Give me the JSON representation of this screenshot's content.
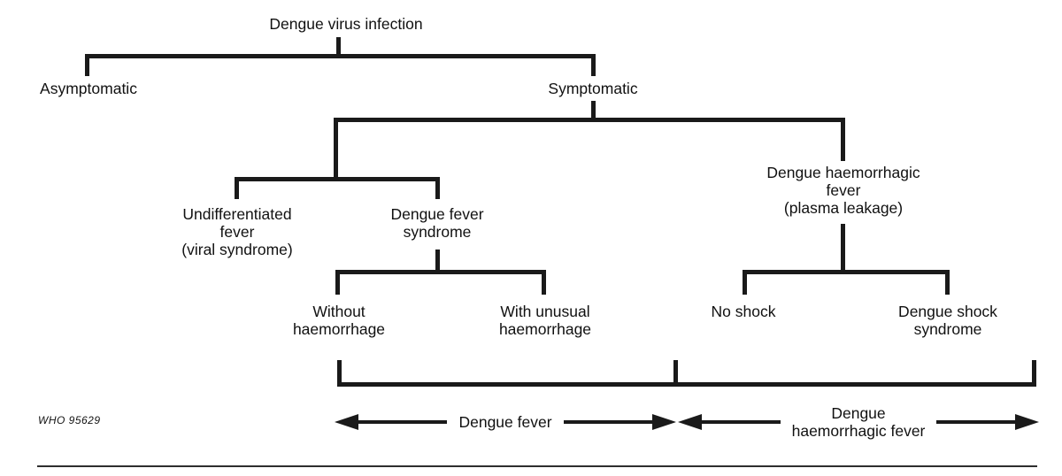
{
  "colors": {
    "line": "#1a1a1a",
    "text": "#111111",
    "rule": "#2e2e2e",
    "background": "#ffffff"
  },
  "tree": {
    "root": "Dengue virus infection",
    "asymptomatic": "Asymptomatic",
    "symptomatic": "Symptomatic",
    "undifferentiated_fever": "Undifferentiated\nfever\n(viral syndrome)",
    "dengue_fever_syndrome": "Dengue fever\nsyndrome",
    "dengue_haemorrhagic_fever": "Dengue haemorrhagic\nfever\n(plasma leakage)",
    "without_haemorrhage": "Without\nhaemorrhage",
    "with_unusual_haemorrhage": "With unusual\nhaemorrhage",
    "no_shock": "No shock",
    "dengue_shock_syndrome": "Dengue shock\nsyndrome"
  },
  "spectrum": {
    "dengue_fever": "Dengue fever",
    "dengue_haemorrhagic_fever": "Dengue\nhaemorrhagic fever"
  },
  "figure_number": "WHO 95629"
}
